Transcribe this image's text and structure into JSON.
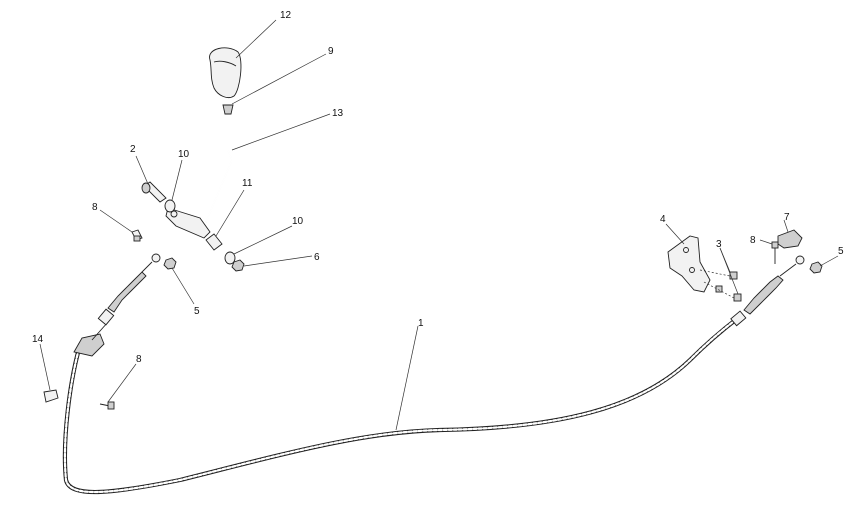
{
  "callouts": [
    {
      "id": "12",
      "text": "12"
    },
    {
      "id": "9",
      "text": "9"
    },
    {
      "id": "13",
      "text": "13"
    },
    {
      "id": "2",
      "text": "2"
    },
    {
      "id": "10a",
      "text": "10"
    },
    {
      "id": "11",
      "text": "11"
    },
    {
      "id": "10b",
      "text": "10"
    },
    {
      "id": "6",
      "text": "6"
    },
    {
      "id": "8a",
      "text": "8"
    },
    {
      "id": "5a",
      "text": "5"
    },
    {
      "id": "14",
      "text": "14"
    },
    {
      "id": "8b",
      "text": "8"
    },
    {
      "id": "1",
      "text": "1"
    },
    {
      "id": "4",
      "text": "4"
    },
    {
      "id": "3",
      "text": "3"
    },
    {
      "id": "7",
      "text": "7"
    },
    {
      "id": "8c",
      "text": "8"
    },
    {
      "id": "5b",
      "text": "5"
    }
  ]
}
